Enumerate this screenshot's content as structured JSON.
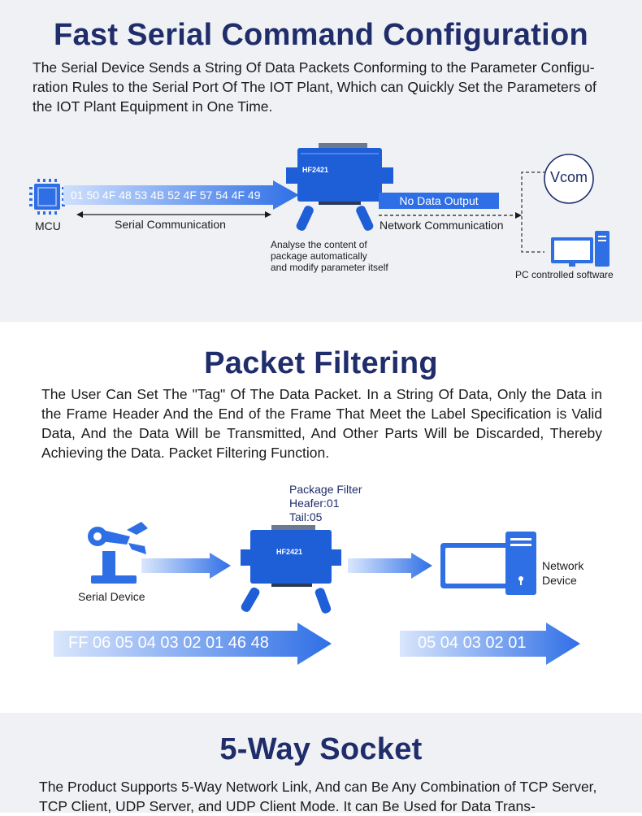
{
  "sections": [
    {
      "title": "Fast Serial Command Configuration",
      "description": "The Serial Device Sends a String Of Data Packets Conforming to the Parameter Configu-ration Rules to the Serial Port Of The IOT Plant, Which can Quickly Set the Parameters of the IOT Plant Equipment in One Time.",
      "diagram": {
        "mcu_label": "MCU",
        "data_stream": "01 50 4F 48 53 4B 52 4F 57 54 4F 49",
        "serial_comm_label": "Serial Communication",
        "device_model": "HF2421",
        "no_data_output": "No Data Output",
        "network_comm_label": "Network Communication",
        "analyse_note": [
          "Analyse the content of",
          "package automatically",
          "and modify parameter itself"
        ],
        "vcom_label": "Vcom",
        "pc_label": "PC controlled software"
      }
    },
    {
      "title": "Packet Filtering",
      "description": "The User Can Set The \"Tag\" Of The Data Packet. In a String Of Data, Only the Data in the Frame Header And the End of the Frame That Meet the Label Specification is Valid Data, And the Data Will be Transmitted, And Other Parts Will be Discarded, Thereby Achieving the Data. Packet Filtering Function.",
      "diagram": {
        "filter_title": "Package Filter",
        "filter_header": "Heafer:01",
        "filter_tail": "Tail:05",
        "serial_device_label": "Serial Device",
        "device_model": "HF2421",
        "network_device_label": [
          "Network",
          "Device"
        ],
        "input_stream": "FF 06 05 04 03 02 01 46 48",
        "output_stream": "05 04 03 02 01"
      }
    },
    {
      "title": "5-Way Socket",
      "description": "The Product Supports 5-Way Network Link, And can Be Any Combination of TCP Server, TCP Client, UDP Server, and UDP Client Mode. It can Be Used for Data Trans-"
    }
  ],
  "colors": {
    "title": "#1f2d6b",
    "accent_blue": "#2f6fe6",
    "light_blue": "#b9d2fb",
    "section_grey": "#f0f1f4",
    "device_blue": "#1e5fd8"
  }
}
